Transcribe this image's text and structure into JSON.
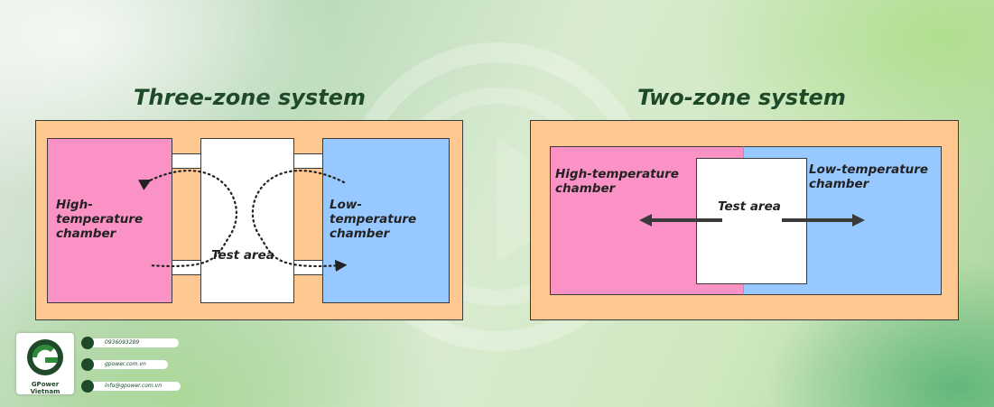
{
  "left_diagram": {
    "title": "Three-zone system",
    "high_label": "High-\ntemperature\nchamber",
    "low_label": "Low-\ntemperature\nchamber",
    "test_label": "Test area"
  },
  "right_diagram": {
    "title": "Two-zone system",
    "high_label": "High-temperature\nchamber",
    "low_label": "Low-temperature\nchamber",
    "test_label": "Test area"
  },
  "brand": {
    "name": "GPower Vietnam",
    "logo_letter": "G",
    "phone": "0936093289",
    "website": "gpower.com.vn",
    "email": "info@gpower.com.vn"
  },
  "icons": {
    "phone": "phone-icon",
    "web": "globe-icon",
    "email": "mail-icon"
  },
  "colors": {
    "frame": "#ffc891",
    "high_chamber": "#fa92c5",
    "low_chamber": "#97c8ff",
    "test_area": "#ffffff",
    "title": "#1f4a2a"
  }
}
